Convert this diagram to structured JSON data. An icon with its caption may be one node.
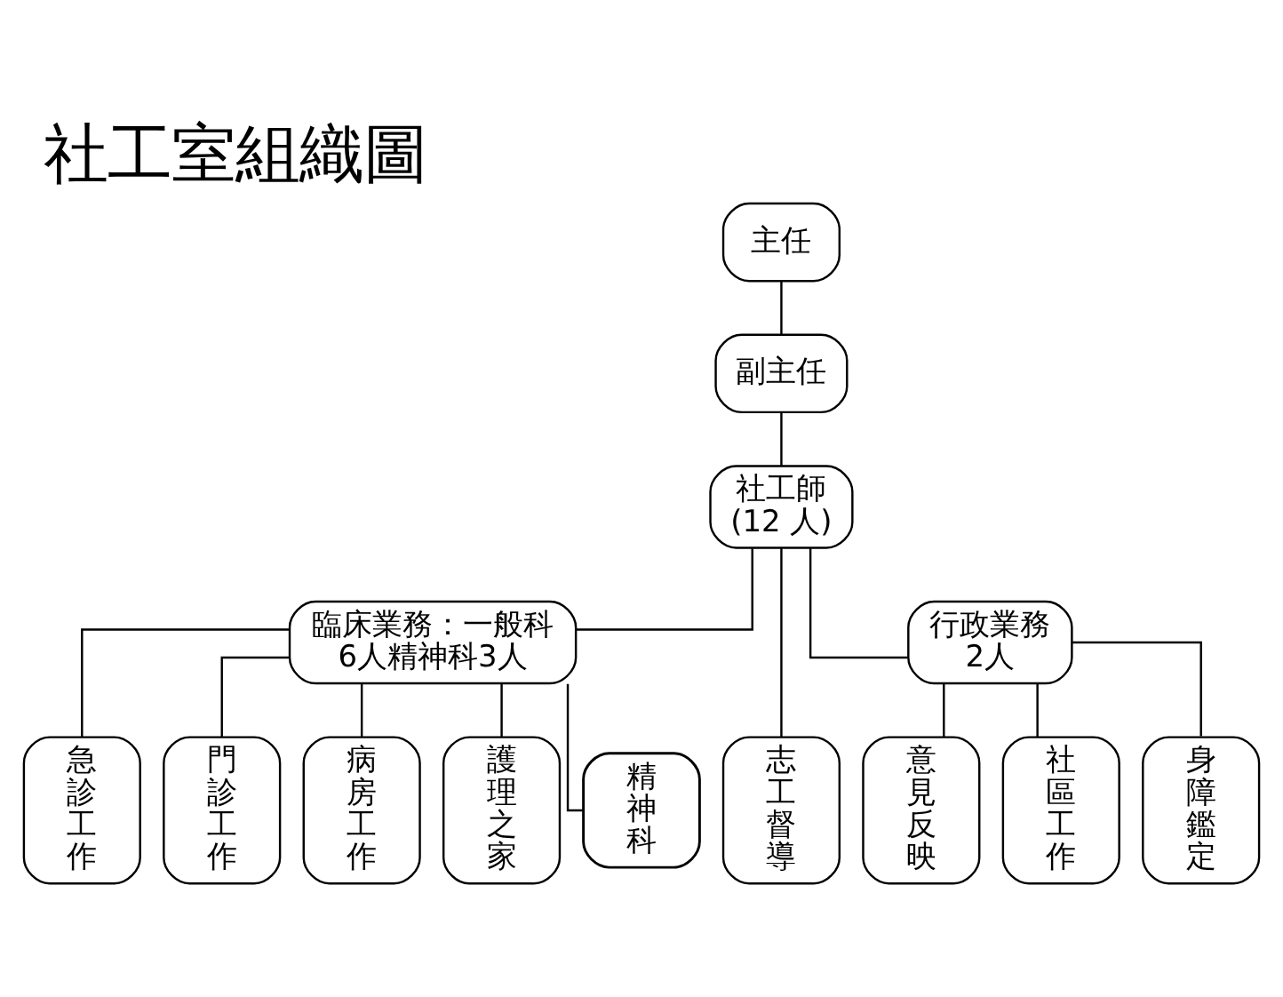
{
  "diagram": {
    "title": "社工室組織圖",
    "nodes": [
      {
        "text": [
          "主任"
        ]
      },
      {
        "text": [
          "副主任"
        ]
      },
      {
        "text": [
          "社工師",
          "(12 人)"
        ]
      },
      {
        "text": [
          "臨床業務：一般科6人精神科3人"
        ]
      },
      {
        "text": [
          "志工督導"
        ]
      },
      {
        "text": [
          "行政業務2人"
        ]
      },
      {
        "text": [
          "急診工作"
        ]
      },
      {
        "text": [
          "門診工作"
        ]
      },
      {
        "text": [
          "病房工作"
        ]
      },
      {
        "text": [
          "護理之家"
        ]
      },
      {
        "text": [
          "精神科"
        ]
      },
      {
        "text": [
          "意見反映"
        ]
      },
      {
        "text": [
          "社區工作"
        ]
      },
      {
        "text": [
          "身障鑑定"
        ]
      }
    ],
    "edges": [
      {
        "from": 0,
        "to": 1,
        "arrow": "none"
      },
      {
        "from": 1,
        "to": 2,
        "arrow": "none"
      },
      {
        "from": 2,
        "to": 3,
        "arrow": "none"
      },
      {
        "from": 2,
        "to": 4,
        "arrow": "none"
      },
      {
        "from": 2,
        "to": 5,
        "arrow": "none"
      },
      {
        "from": 3,
        "to": 6,
        "arrow": "none"
      },
      {
        "from": 3,
        "to": 7,
        "arrow": "none"
      },
      {
        "from": 3,
        "to": 8,
        "arrow": "none"
      },
      {
        "from": 3,
        "to": 9,
        "arrow": "none"
      },
      {
        "from": 3,
        "to": 10,
        "arrow": "none"
      },
      {
        "from": 5,
        "to": 11,
        "arrow": "none"
      },
      {
        "from": 5,
        "to": 12,
        "arrow": "none"
      },
      {
        "from": 5,
        "to": 13,
        "arrow": "none"
      }
    ]
  }
}
